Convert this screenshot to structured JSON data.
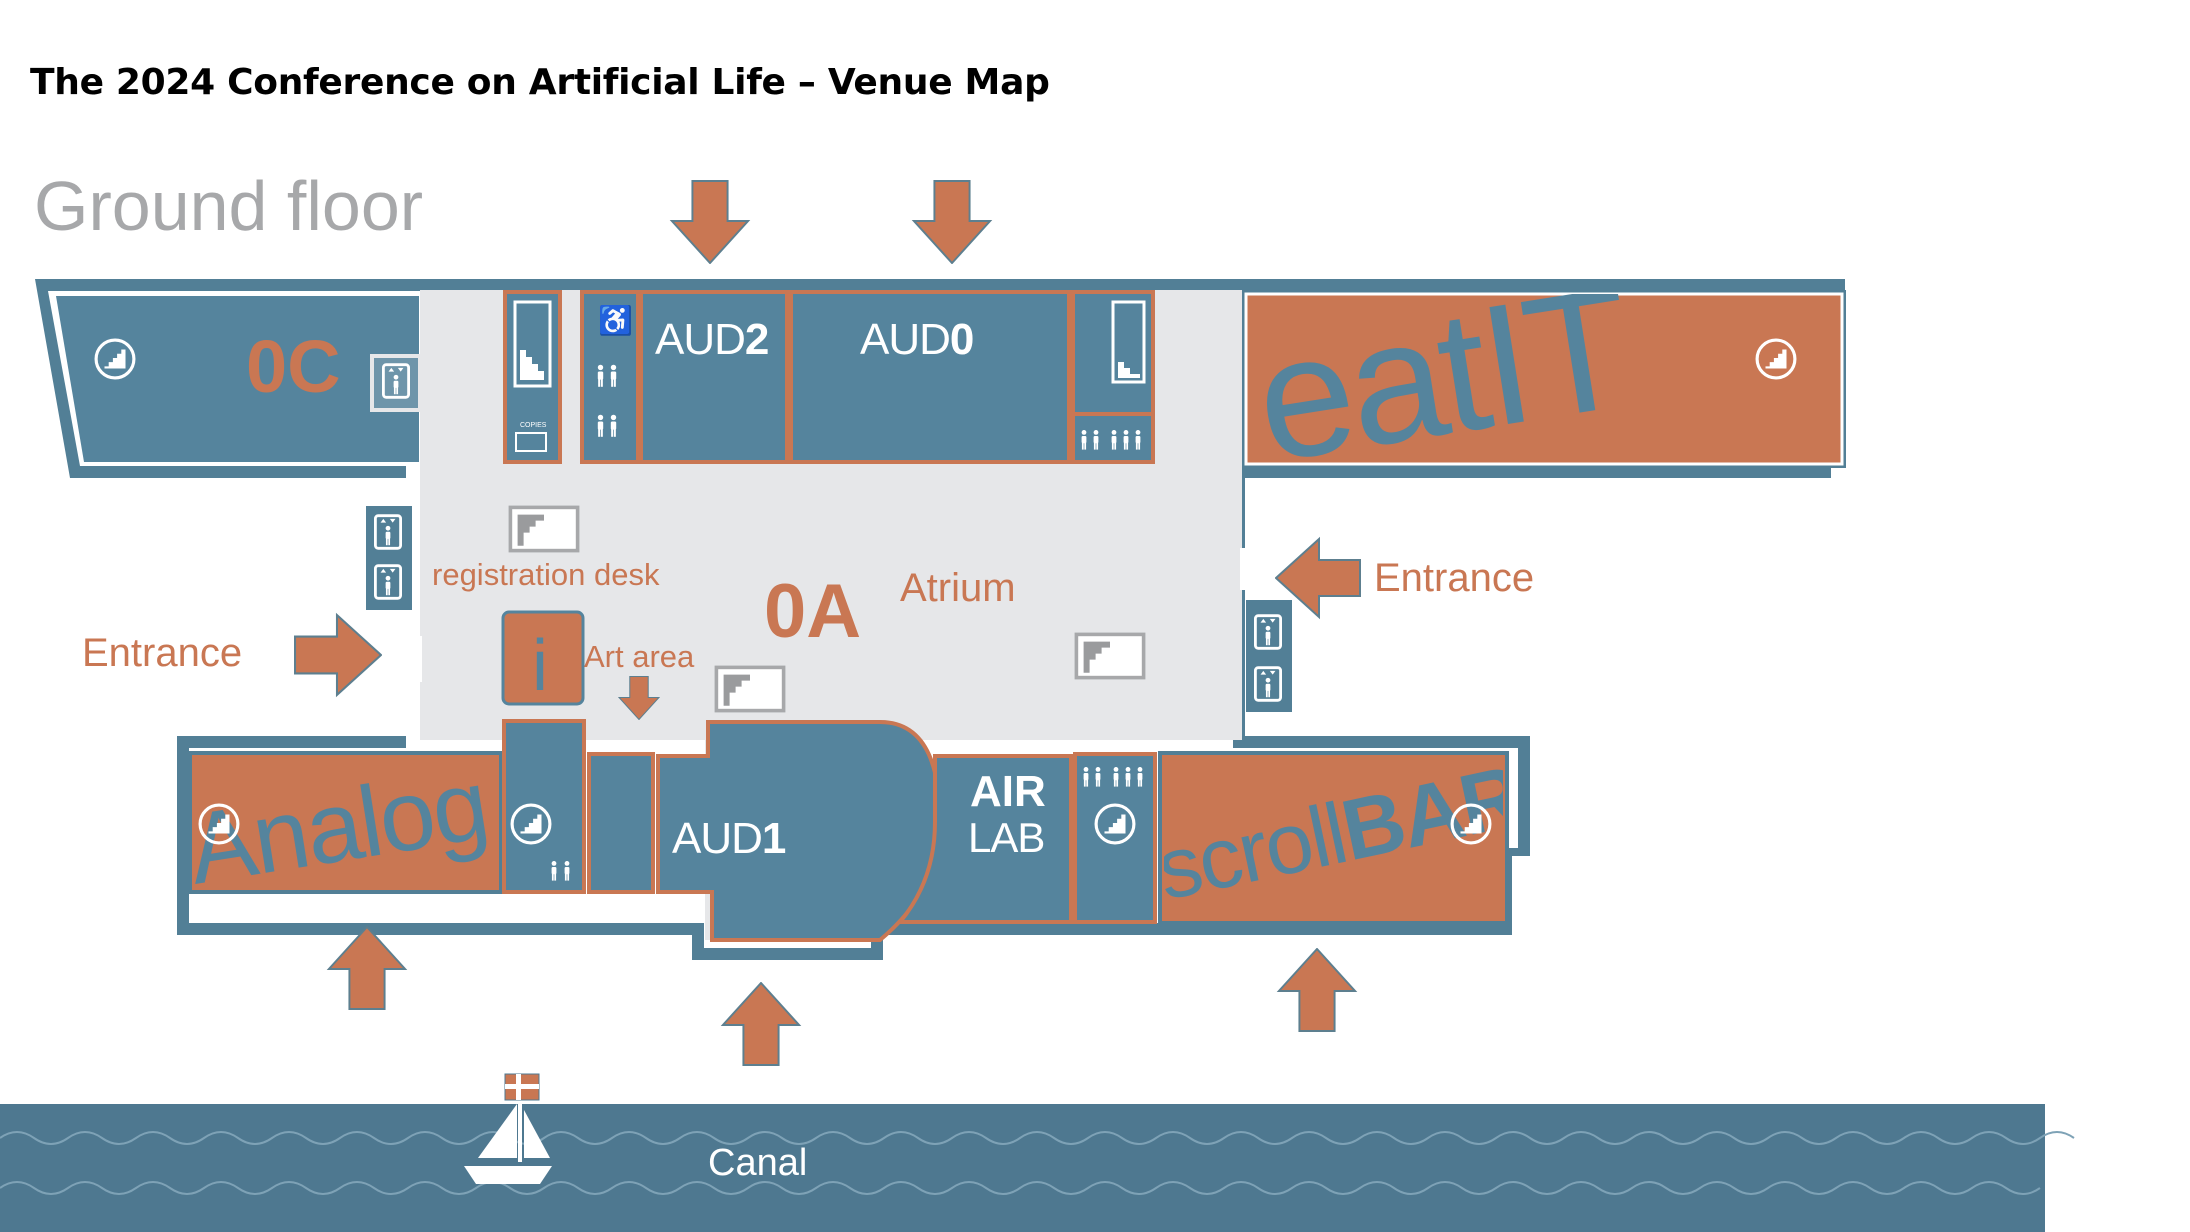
{
  "title": "The 2024 Conference on Artificial Life – Venue Map",
  "floor_label": "Ground floor",
  "colors": {
    "building_outline": "#527f96",
    "room_blue": "#55849d",
    "room_orange": "#c97753",
    "floor_gray": "#e6e7e9",
    "accent_text": "#c97753",
    "muted_text": "#a7a8aa",
    "canal": "#4e7890"
  },
  "rooms": {
    "zero_c": "0C",
    "zero_a": "0A",
    "atrium": "Atrium",
    "aud2_prefix": "AUD",
    "aud2_num": "2",
    "aud0_prefix": "AUD",
    "aud0_num": "0",
    "aud1_prefix": "AUD",
    "aud1_num": "1",
    "air": "AIR",
    "lab": "LAB",
    "eatit_prefix": "eat",
    "eatit_suffix": "IT",
    "analog": "Analog",
    "scroll_prefix": "scroll",
    "scroll_suffix": "BAR",
    "info": "i",
    "copies": "COPIES"
  },
  "labels": {
    "registration_desk": "registration desk",
    "art_area": "Art area",
    "entrance_left": "Entrance",
    "entrance_right": "Entrance",
    "canal": "Canal"
  },
  "icons": [
    "stairs-icon",
    "elevator-icon",
    "toilet-icon",
    "wheelchair-icon",
    "copier-icon",
    "boat-icon",
    "danish-flag-icon",
    "entrance-arrow-icon"
  ]
}
